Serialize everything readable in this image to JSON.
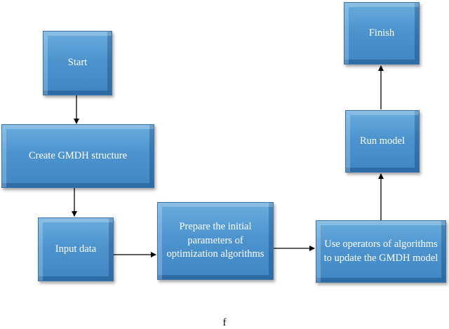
{
  "diagram": {
    "nodes": {
      "start": "Start",
      "create": "Create GMDH structure",
      "input": "Input data",
      "prepare": "Prepare the initial parameters of optimization algorithms",
      "operators": "Use operators of algorithms to update the GMDH model",
      "run": "Run model",
      "finish": "Finish"
    },
    "edges": [
      [
        "start",
        "create"
      ],
      [
        "create",
        "input"
      ],
      [
        "input",
        "prepare"
      ],
      [
        "prepare",
        "operators"
      ],
      [
        "operators",
        "run"
      ],
      [
        "run",
        "finish"
      ]
    ],
    "colors": {
      "box_fill": "#4d94cf",
      "arrow": "#000000",
      "text": "#ffffff"
    }
  },
  "caption": "f"
}
